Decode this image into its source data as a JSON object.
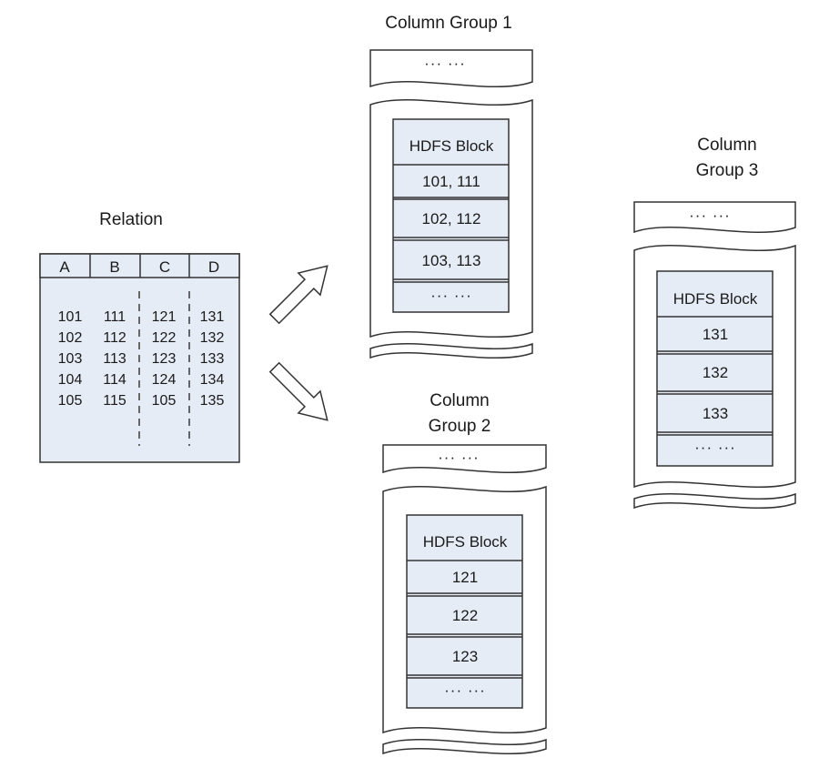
{
  "relation": {
    "title": "Relation",
    "headers": [
      "A",
      "B",
      "C",
      "D"
    ],
    "columns": [
      [
        "101",
        "102",
        "103",
        "104",
        "105"
      ],
      [
        "111",
        "112",
        "113",
        "114",
        "115"
      ],
      [
        "121",
        "122",
        "123",
        "124",
        "105"
      ],
      [
        "131",
        "132",
        "133",
        "134",
        "135"
      ]
    ]
  },
  "groups": [
    {
      "title_lines": [
        "Column Group 1"
      ],
      "top_ellipsis": "··· ···",
      "block_header": "HDFS Block",
      "rows": [
        "101, 111",
        "102, 112",
        "103, 113"
      ],
      "bottom_ellipsis": "··· ···"
    },
    {
      "title_lines": [
        "Column",
        "Group 2"
      ],
      "top_ellipsis": "··· ···",
      "block_header": "HDFS Block",
      "rows": [
        "121",
        "122",
        "123"
      ],
      "bottom_ellipsis": "··· ···"
    },
    {
      "title_lines": [
        "Column",
        "Group 3"
      ],
      "top_ellipsis": "··· ···",
      "block_header": "HDFS Block",
      "rows": [
        "131",
        "132",
        "133"
      ],
      "bottom_ellipsis": "··· ···"
    }
  ]
}
